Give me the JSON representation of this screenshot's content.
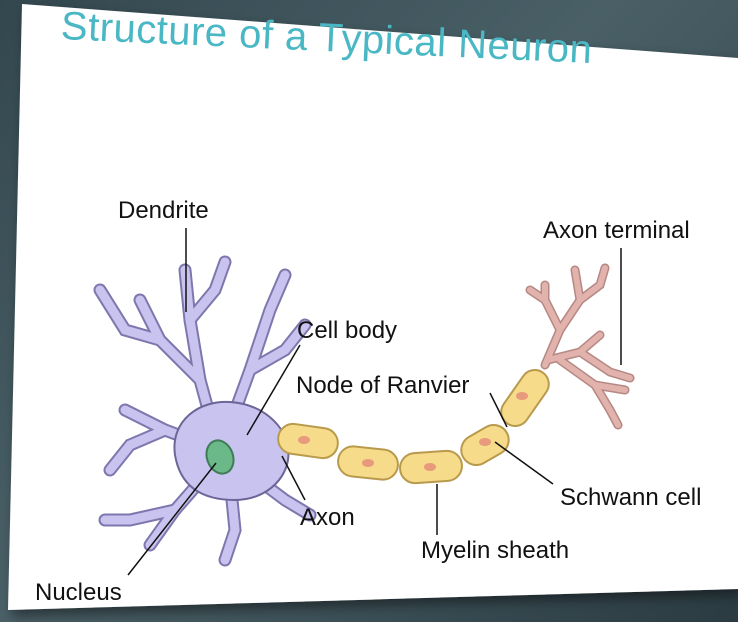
{
  "slide": {
    "title": "Structure of a Typical Neuron"
  },
  "diagram": {
    "labels": {
      "dendrite": "Dendrite",
      "axon_terminal": "Axon terminal",
      "cell_body": "Cell body",
      "node_of_ranvier": "Node of Ranvier",
      "schwann_cell": "Schwann cell",
      "axon": "Axon",
      "myelin_sheath": "Myelin sheath",
      "nucleus": "Nucleus"
    }
  },
  "colors": {
    "title": "#49b7c4",
    "cell_body_fill": "#c9c3ef",
    "cell_body_stroke": "#6c6598",
    "nucleus_fill": "#6bb889",
    "myelin_fill": "#f6dc8a",
    "myelin_stroke": "#b99a4d",
    "terminal_fill": "#e2b2ad",
    "background_card": "#ffffff"
  }
}
